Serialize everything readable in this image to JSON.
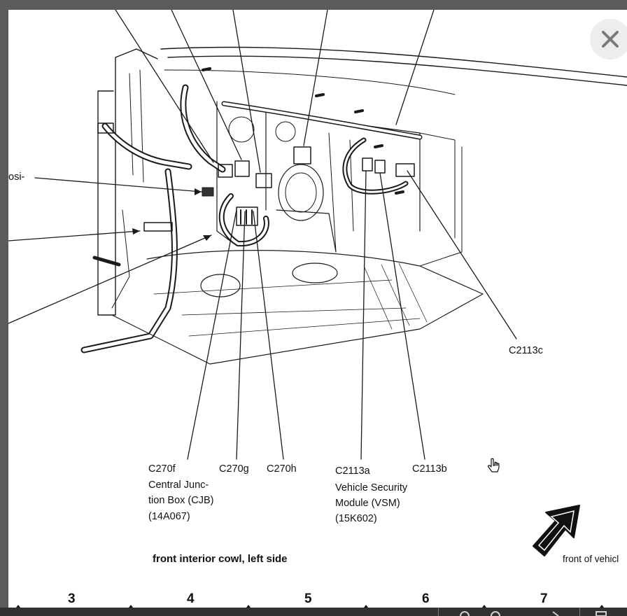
{
  "labels": {
    "left_fragment": "osi-",
    "c2113c": "C2113c",
    "c270f": "C270f",
    "c270g": "C270g",
    "c270h": "C270h",
    "cjb_line1": "Central Junc-",
    "cjb_line2": "tion Box (CJB)",
    "cjb_line3": "(14A067)",
    "c2113a": "C2113a",
    "c2113b": "C2113b",
    "vsm_line1": "Vehicle Security",
    "vsm_line2": "Module (VSM)",
    "vsm_line3": "(15K602)",
    "front_of_vehicle": "front of vehicl"
  },
  "caption": "front interior cowl, left side",
  "ruler": [
    "3",
    "4",
    "5",
    "6",
    "7"
  ],
  "icons": {
    "close": "close-icon",
    "cursor": "hand-cursor-icon",
    "direction": "direction-arrow-icon"
  },
  "colors": {
    "background": "#5b5b5b",
    "page": "#ffffff",
    "ink": "#111111"
  }
}
